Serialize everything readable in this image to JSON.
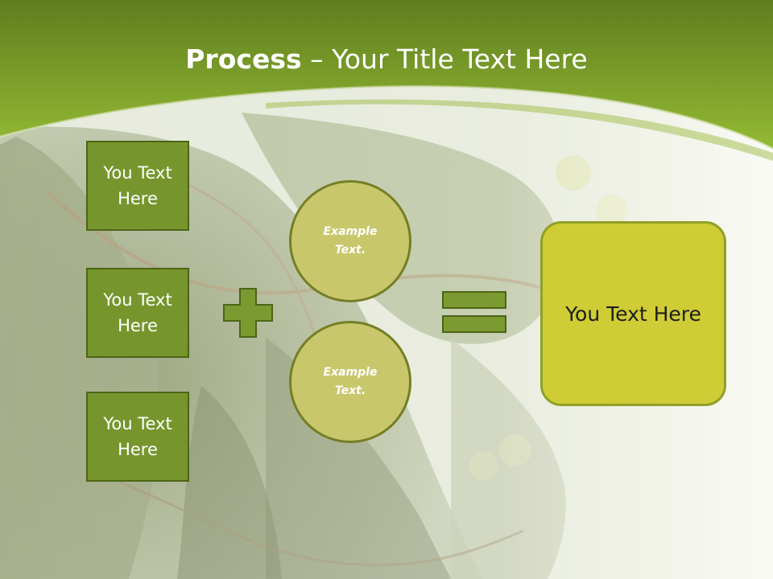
{
  "title": {
    "bold": "Process",
    "rest": " – Your Title Text Here"
  },
  "inputs": [
    {
      "label": "You Text Here"
    },
    {
      "label": "You Text Here"
    },
    {
      "label": "You Text Here"
    }
  ],
  "examples": [
    {
      "label": "Example Text."
    },
    {
      "label": "Example Text."
    }
  ],
  "result": {
    "label": "You Text Here"
  },
  "colors": {
    "header_green": "#86a92e",
    "box_green": "#76962d",
    "circle_fill": "#c9c76c",
    "result_fill": "#cfcc35",
    "operator_fill": "#7b9a31"
  }
}
